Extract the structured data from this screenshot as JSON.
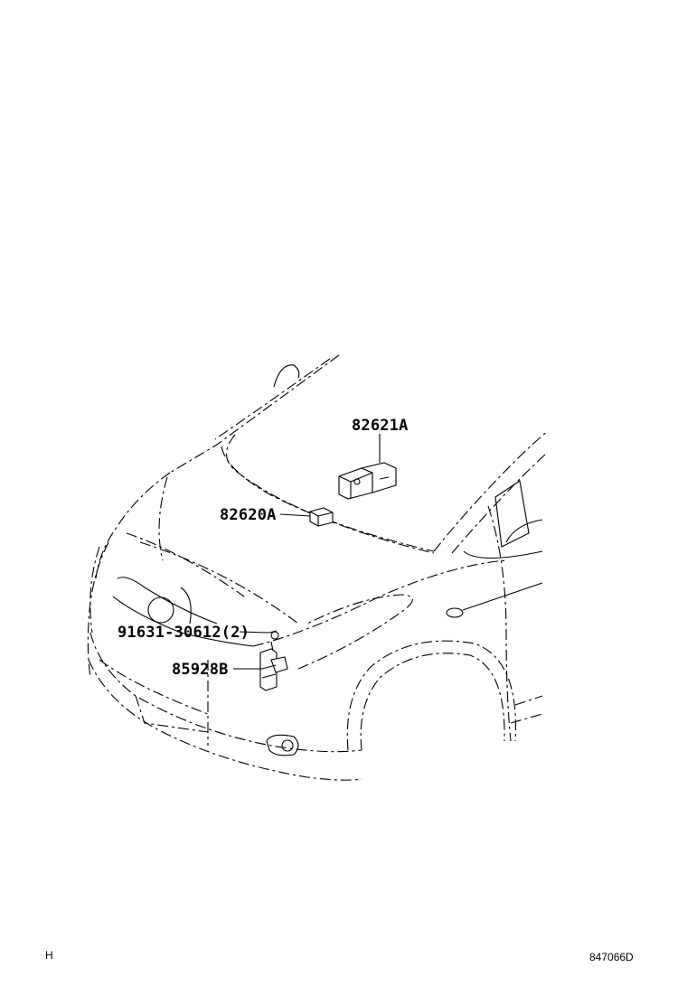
{
  "parts": [
    {
      "id": "p1",
      "label": "82621A"
    },
    {
      "id": "p2",
      "label": "82620A"
    },
    {
      "id": "p3",
      "label": "91631-30612(2)"
    },
    {
      "id": "p4",
      "label": "85928B"
    }
  ],
  "footer": {
    "left": "H",
    "right": "847066D"
  }
}
